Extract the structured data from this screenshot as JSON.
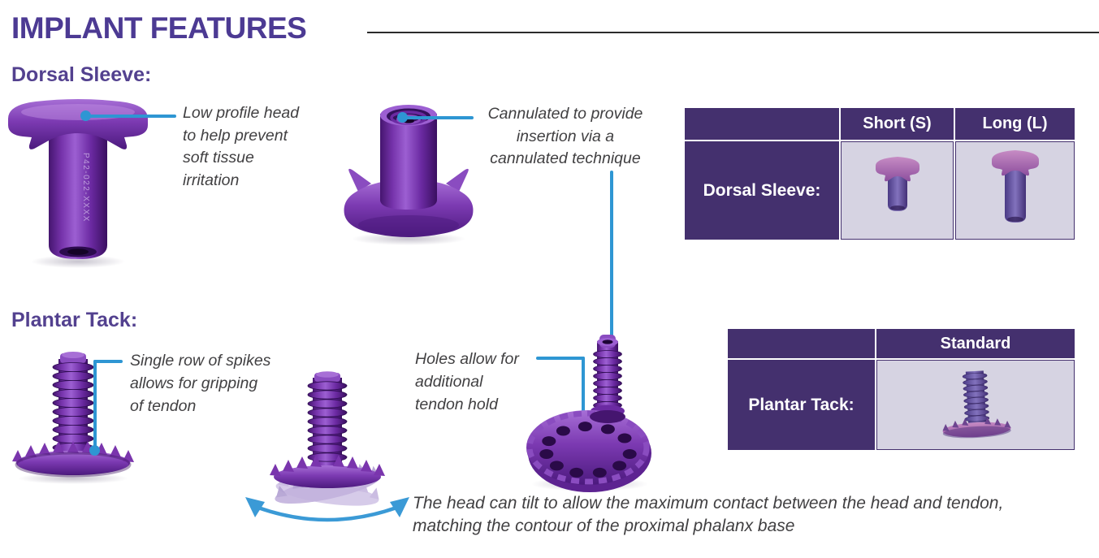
{
  "title": "IMPLANT FEATURES",
  "sections": {
    "dorsal": {
      "heading": "Dorsal Sleeve:"
    },
    "plantar": {
      "heading": "Plantar Tack:"
    }
  },
  "callouts": {
    "low_profile": {
      "lines": [
        "Low profile head",
        "to help prevent",
        "soft tissue",
        "irritation"
      ]
    },
    "cannulated": {
      "lines": [
        "Cannulated to provide",
        "insertion via a",
        "cannulated technique"
      ]
    },
    "spikes": {
      "lines": [
        "Single row of spikes",
        "allows for gripping",
        "of tendon"
      ]
    },
    "holes": {
      "lines": [
        "Holes allow for",
        "additional",
        "tendon hold"
      ]
    }
  },
  "tables": {
    "dorsal": {
      "row_label": "Dorsal Sleeve:",
      "columns": [
        "Short (S)",
        "Long (L)"
      ]
    },
    "plantar": {
      "row_label": "Plantar Tack:",
      "columns": [
        "Standard"
      ]
    }
  },
  "note": {
    "lines": [
      "The head can tilt to allow the maximum contact between the head and tendon,",
      "matching the contour of the proximal phalanx base"
    ]
  },
  "implants": {
    "etched_label": "P42-022-XXXX"
  },
  "icons": {
    "callout_dot": "filled-circle",
    "callout_line": "straight-blue-connector",
    "tilt_arrow": "curved-double-headed-arrow"
  },
  "colors": {
    "accent_blue": "#2e96d3",
    "title_purple": "#4c3a93",
    "heading_purple": "#53418f",
    "table_header_bg": "#44306e",
    "table_cell_bg": "#d6d3e2",
    "implant_purple": "#7c3ab2",
    "text_gray": "#414042"
  }
}
